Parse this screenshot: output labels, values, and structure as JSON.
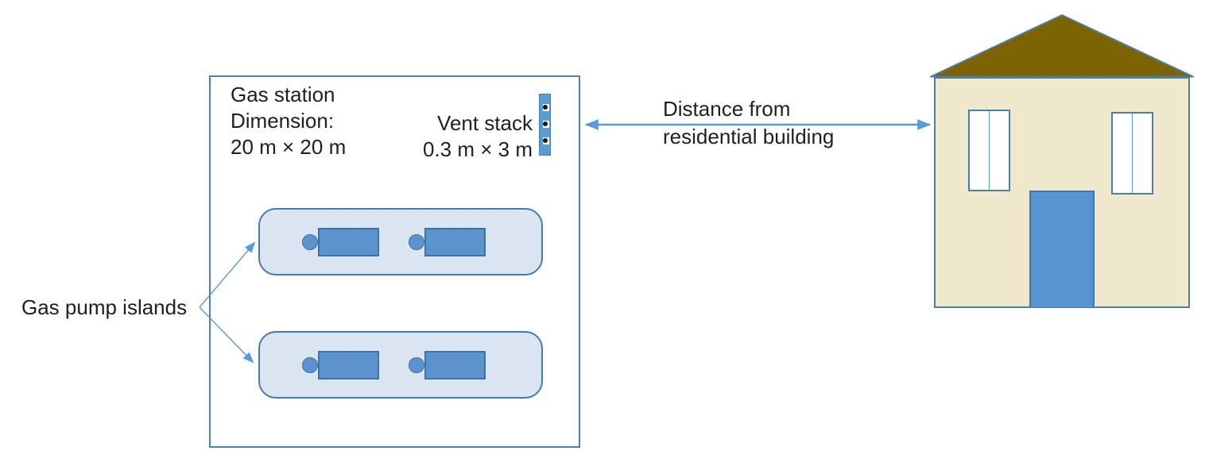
{
  "theme": {
    "canvas-bg": "#ffffff",
    "text-color": "#1f1f1f",
    "accent-blue": "#5b9bd5",
    "deep-blue": "#41719c",
    "box-border": "#4f81ad",
    "island-fill": "#dbe5f2",
    "island-border": "#4878b0",
    "pump-fill": "#5b93cf",
    "vent-fill": "#5b9bd5",
    "house-wall": "#f0e8cd",
    "house-roof": "#7c6405",
    "house-outline": "#507d9b",
    "door-fill": "#5795d2"
  },
  "gas_station": {
    "name_line": "Gas station",
    "dimension_label": "Dimension:",
    "dimension_value": "20 m × 20 m"
  },
  "vent_stack": {
    "name_line": "Vent stack",
    "dimension_value": "0.3 m × 3 m",
    "port_count": 3
  },
  "pump_islands": {
    "label": "Gas pump islands",
    "island_count": 2,
    "pumps_per_island": 2
  },
  "distance_annotation": {
    "line1": "Distance from",
    "line2": "residential building"
  }
}
